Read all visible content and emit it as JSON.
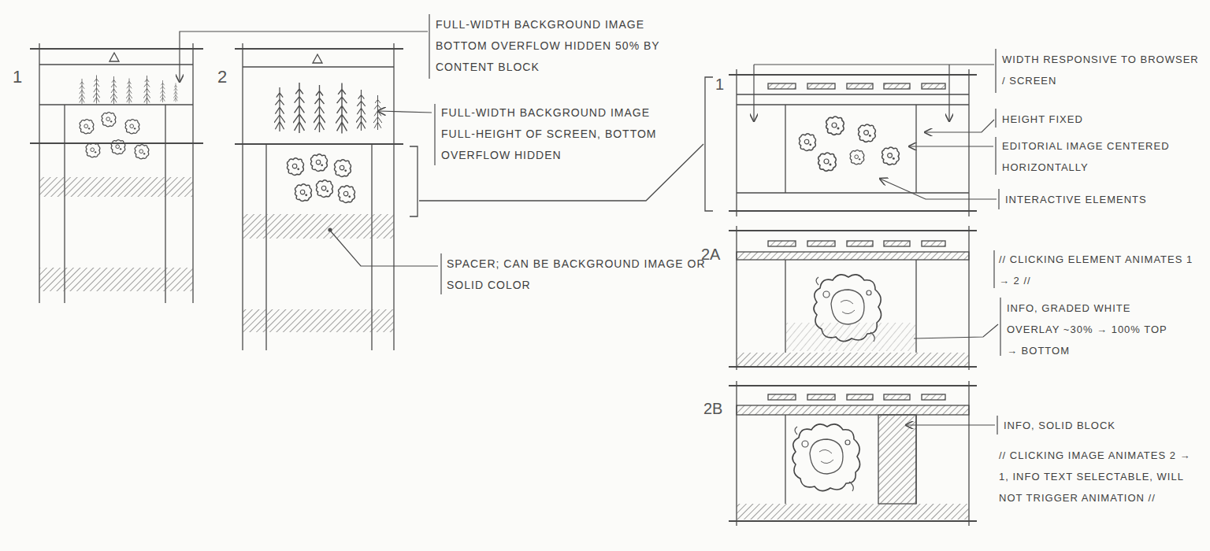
{
  "diagram": {
    "labels": [
      "1",
      "2",
      "FULL-WIDTH BACKGROUND IMAGE BOTTOM OVERFLOW HIDDEN 50% BY CONTENT BLOCK",
      "FULL-WIDTH BACKGROUND IMAGE FULL-HEIGHT OF SCREEN, BOTTOM OVERFLOW HIDDEN",
      "SPACER; CAN BE BACKGROUND IMAGE OR SOLID COLOR",
      "1",
      "2A",
      "2B",
      "WIDTH RESPONSIVE TO BROWSER / SCREEN",
      "HEIGHT FIXED",
      "EDITORIAL IMAGE CENTERED HORIZONTALLY",
      "INTERACTIVE ELEMENTS",
      "// CLICKING ELEMENT ANIMATES 1 → 2 //",
      "INFO, GRADED WHITE OVERLAY ~30% → 100% TOP → BOTTOM",
      "INFO, SOLID BLOCK",
      "// CLICKING IMAGE ANIMATES 2 → 1, INFO TEXT SELECTABLE, WILL NOT TRIGGER ANIMATION //"
    ]
  }
}
